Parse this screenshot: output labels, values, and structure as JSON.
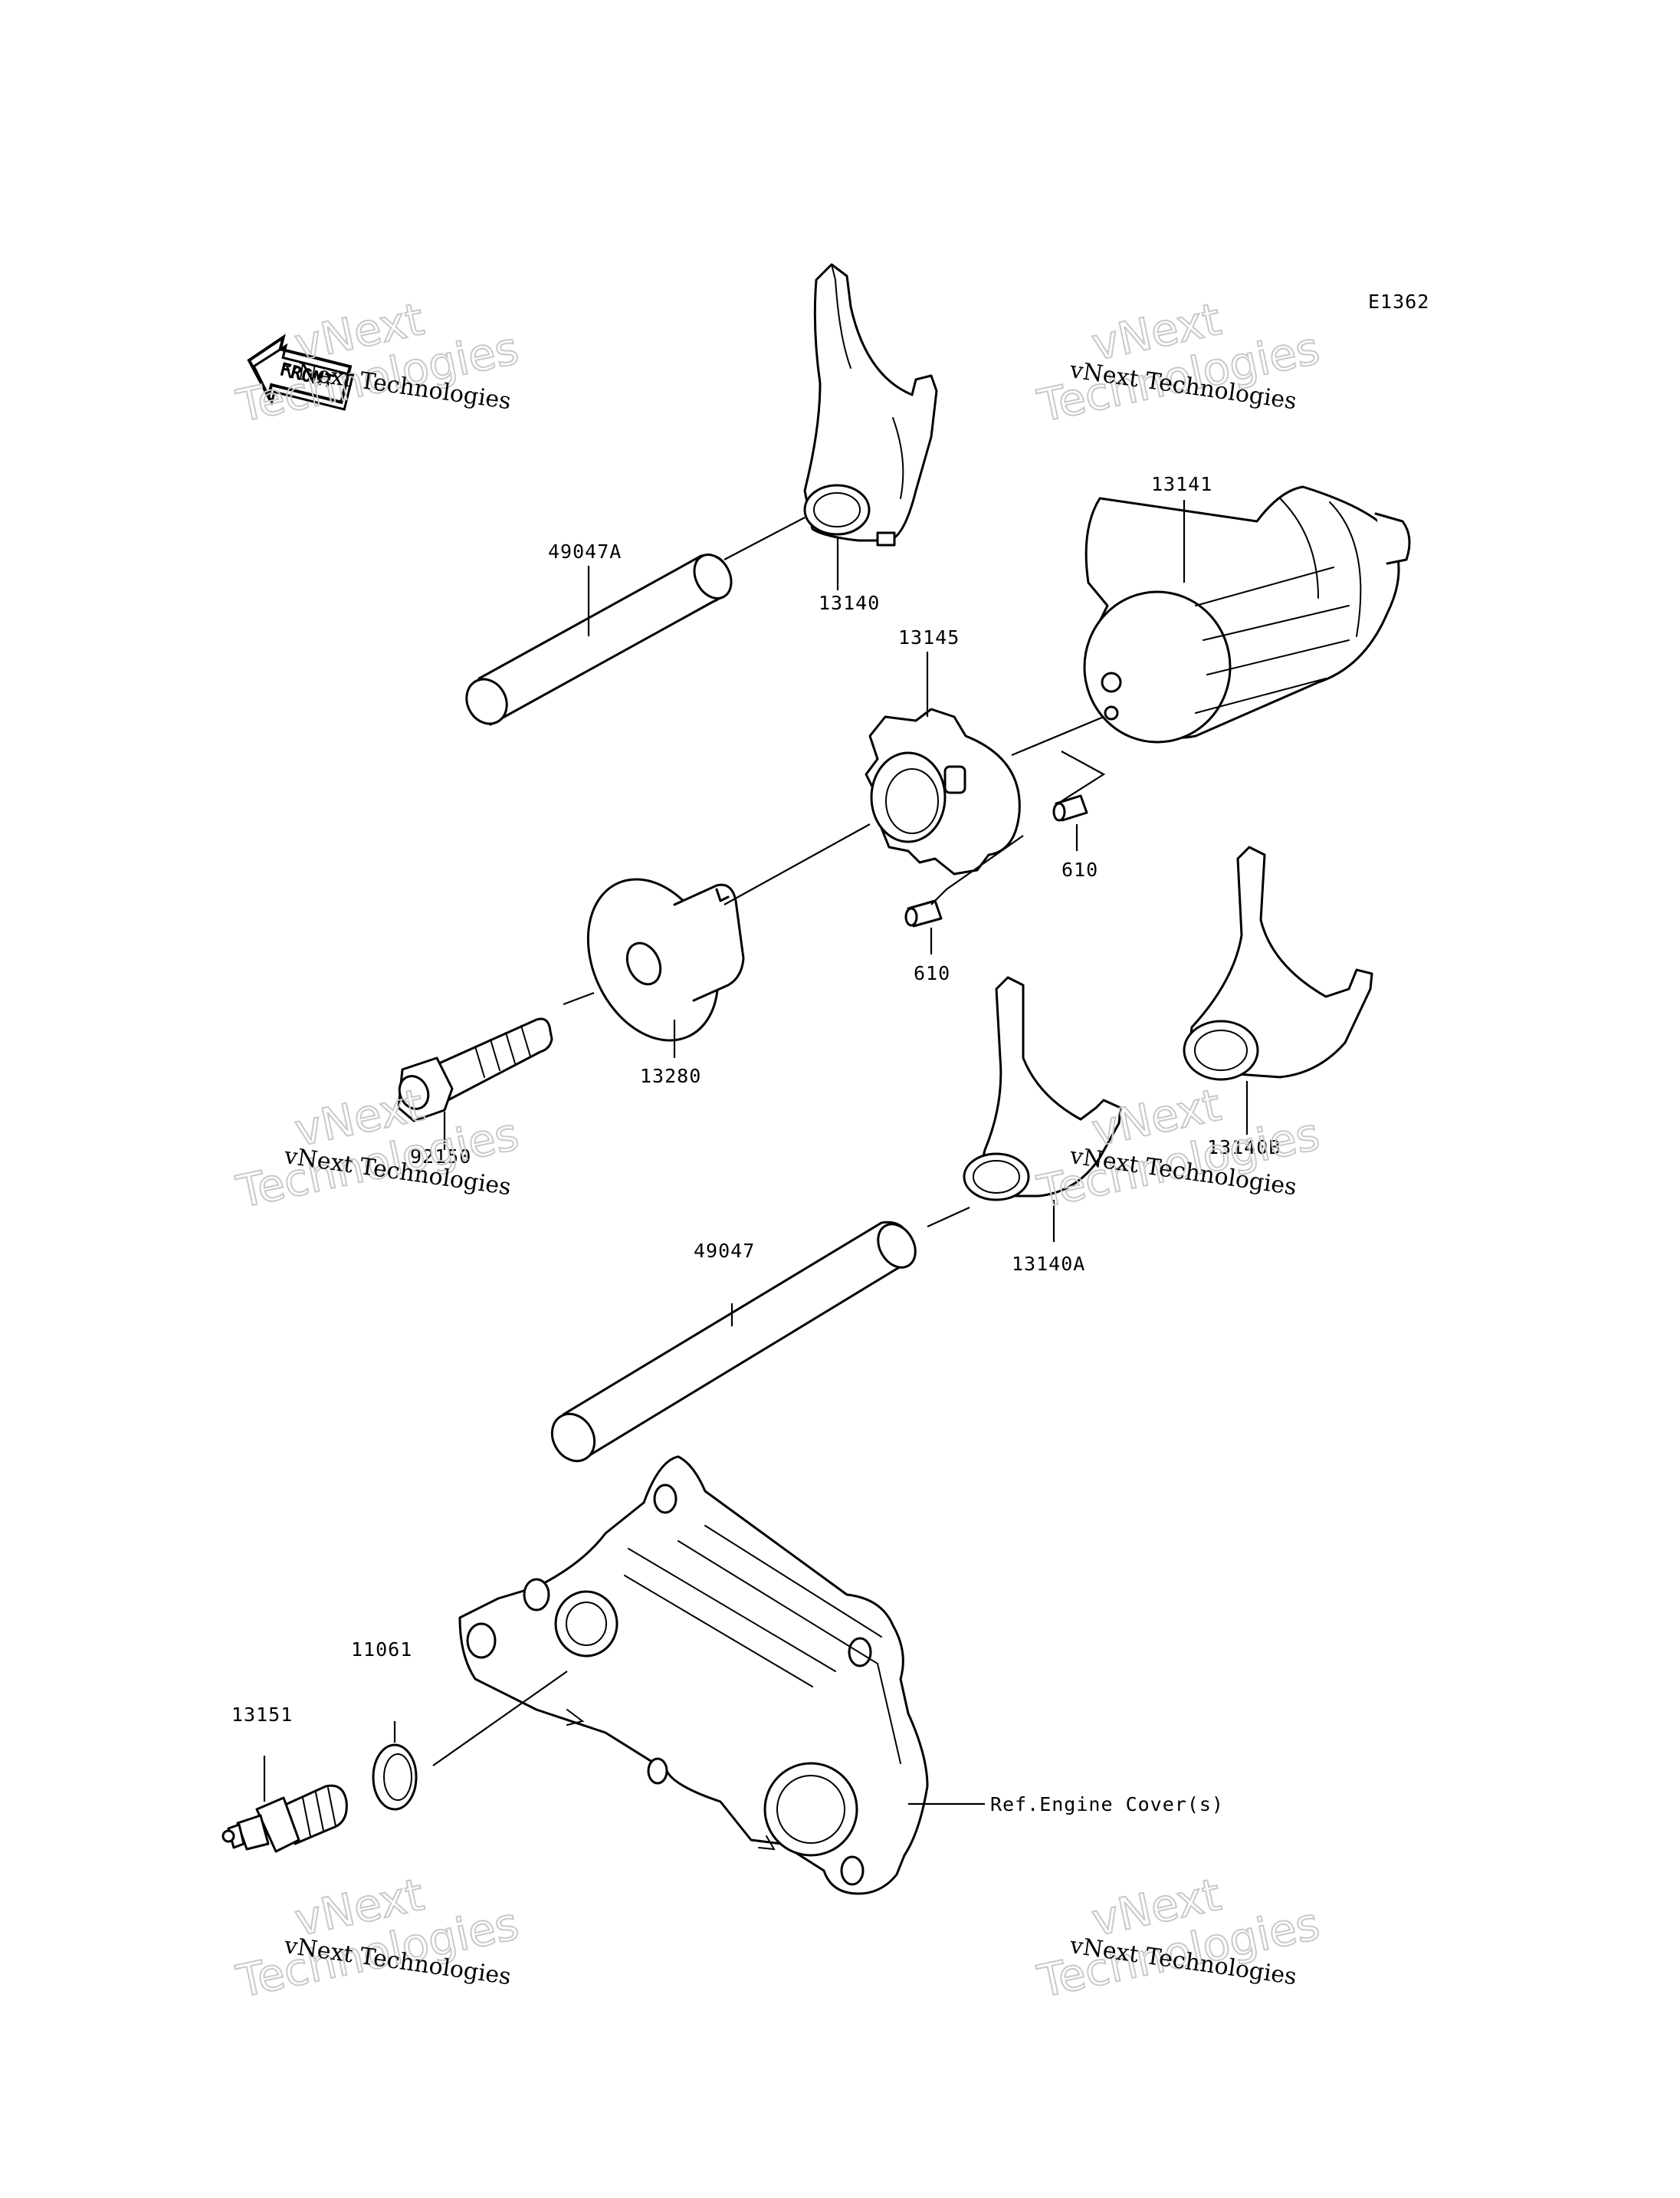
{
  "diagram_code": "E1362",
  "front_badge": "FRONT",
  "watermarks": [
    {
      "small": "vNext Technologies",
      "big1": "vNext",
      "big2": "Technologies"
    },
    {
      "small": "vNext Technologies",
      "big1": "vNext",
      "big2": "Technologies"
    },
    {
      "small": "vNext Technologies",
      "big1": "vNext",
      "big2": "Technologies"
    },
    {
      "small": "vNext Technologies",
      "big1": "vNext",
      "big2": "Technologies"
    },
    {
      "small": "vNext Technologies",
      "big1": "vNext",
      "big2": "Technologies"
    },
    {
      "small": "vNext Technologies",
      "big1": "vNext",
      "big2": "Technologies"
    }
  ],
  "parts": {
    "p13140": "13140",
    "p13141": "13141",
    "p49047A": "49047A",
    "p13145": "13145",
    "p610a": "610",
    "p610b": "610",
    "p13280": "13280",
    "p92150": "92150",
    "p13140B": "13140B",
    "p13140A": "13140A",
    "p49047": "49047",
    "p11061": "11061",
    "p13151": "13151",
    "ref_engine_cover": "Ref.Engine Cover(s)"
  }
}
